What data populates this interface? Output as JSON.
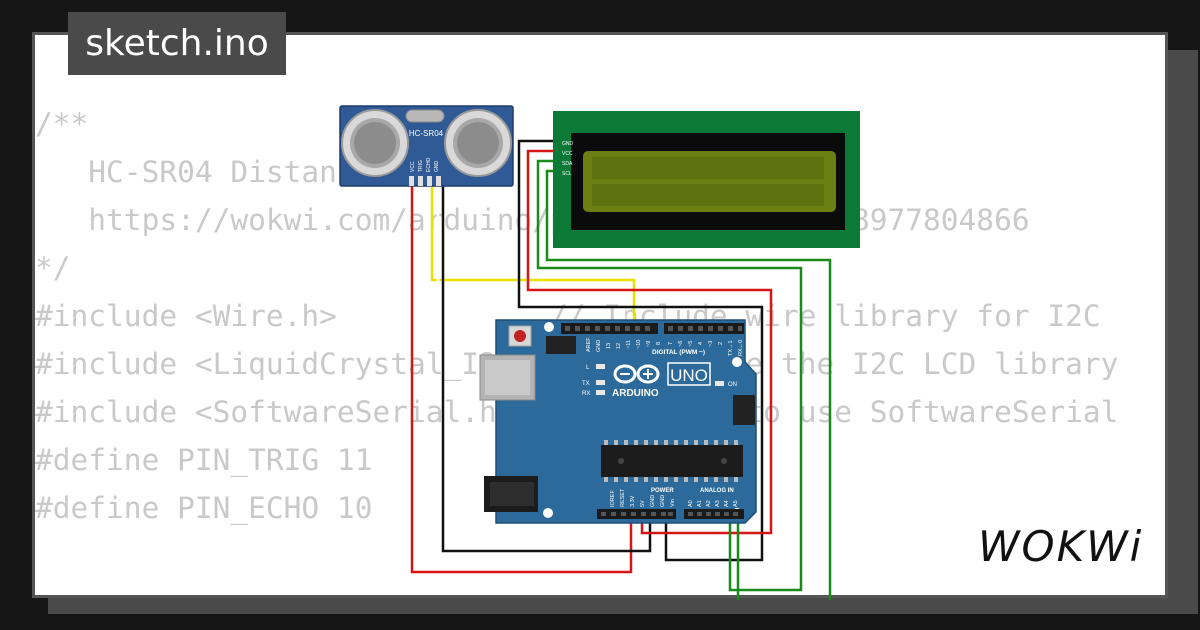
{
  "title": "sketch.ino",
  "code_lines": [
    "/**",
    "   HC-SR04 Distance Sensor",
    "   https://wokwi.com/arduino/projects/304444938977804866",
    "*/",
    "#include <Wire.h>            // Include wire library for I2C",
    "#include <LiquidCrystal_I2C.h> // Include the I2C LCD library",
    "#include <SoftwareSerial.h>  // Library to use SoftwareSerial",
    "#define PIN_TRIG 11",
    "#define PIN_ECHO 10"
  ],
  "sensor": {
    "label": "HC-SR04",
    "pins": [
      "VCC",
      "TRIG",
      "ECHO",
      "GND"
    ]
  },
  "lcd": {
    "pins": [
      "GND",
      "VCC",
      "SDA",
      "SCL"
    ]
  },
  "arduino": {
    "model": "UNO",
    "brand": "ARDUINO",
    "digital_label": "DIGITAL (PWM ~)",
    "power_label": "POWER",
    "analog_label": "ANALOG IN",
    "on_label": "ON",
    "led_labels": [
      "L",
      "TX",
      "RX"
    ],
    "digital_pins": [
      "AREF",
      "GND",
      "13",
      "12",
      "~11",
      "~10",
      "~9",
      "8",
      "7",
      "~6",
      "~5",
      "4",
      "~3",
      "2",
      "TX→1",
      "RX←0"
    ],
    "power_pins": [
      "IOREF",
      "RESET",
      "3.3V",
      "5V",
      "GND",
      "GND",
      "Vin"
    ],
    "analog_pins": [
      "A0",
      "A1",
      "A2",
      "A3",
      "A4",
      "A5"
    ]
  },
  "wire_colors": {
    "red": "#d61515",
    "black": "#111111",
    "yellow": "#e8e000",
    "green": "#1a8a1a"
  },
  "logo_text": "WOKWi"
}
